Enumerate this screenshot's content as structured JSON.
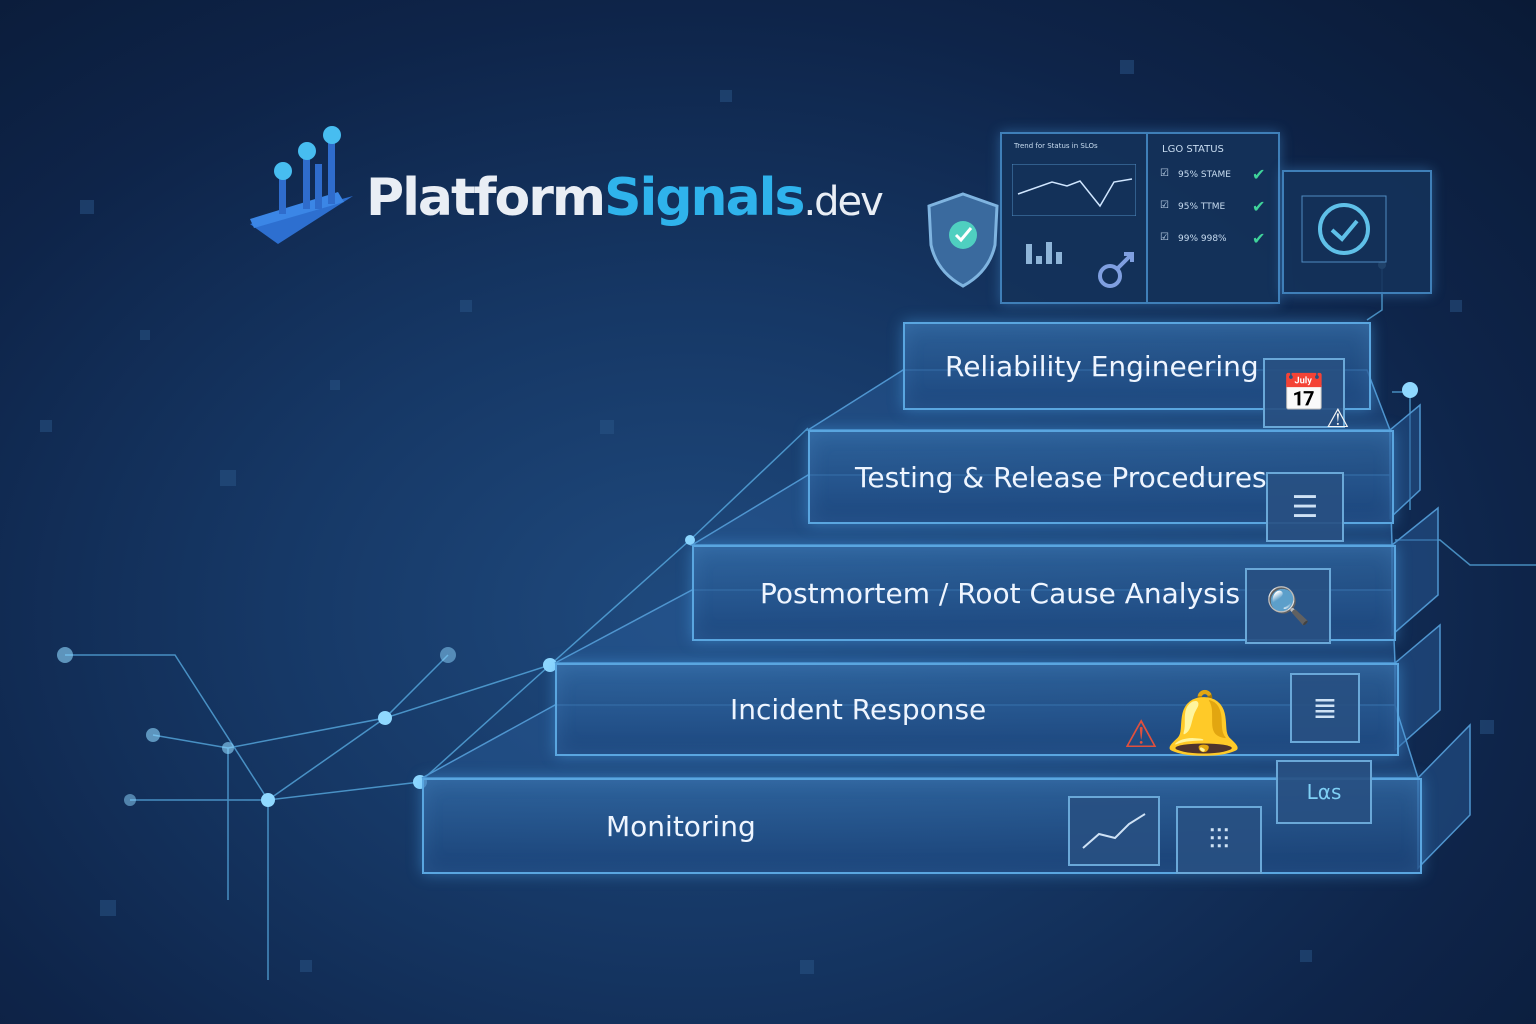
{
  "brand": {
    "name_part1": "Platform",
    "name_part2": "Signals",
    "name_part3": ".dev"
  },
  "steps": [
    {
      "label": "Reliability Engineering"
    },
    {
      "label": "Testing & Release Procedures"
    },
    {
      "label": "Postmortem / Root Cause Analysis"
    },
    {
      "label": "Incident Response"
    },
    {
      "label": "Monitoring"
    }
  ],
  "dashboard": {
    "chart_title": "Trend for Status in SLOs",
    "status_title": "LGO STATUS",
    "status_items": [
      {
        "label": "95% STAME"
      },
      {
        "label": "95% TTME"
      },
      {
        "label": "99% 998%"
      }
    ]
  },
  "icons": {
    "monitor_label": "Lαs"
  },
  "colors": {
    "accent": "#2fb3ec",
    "step_border": "#5aa6e0",
    "background": "#163866",
    "check": "#3fd39a"
  }
}
